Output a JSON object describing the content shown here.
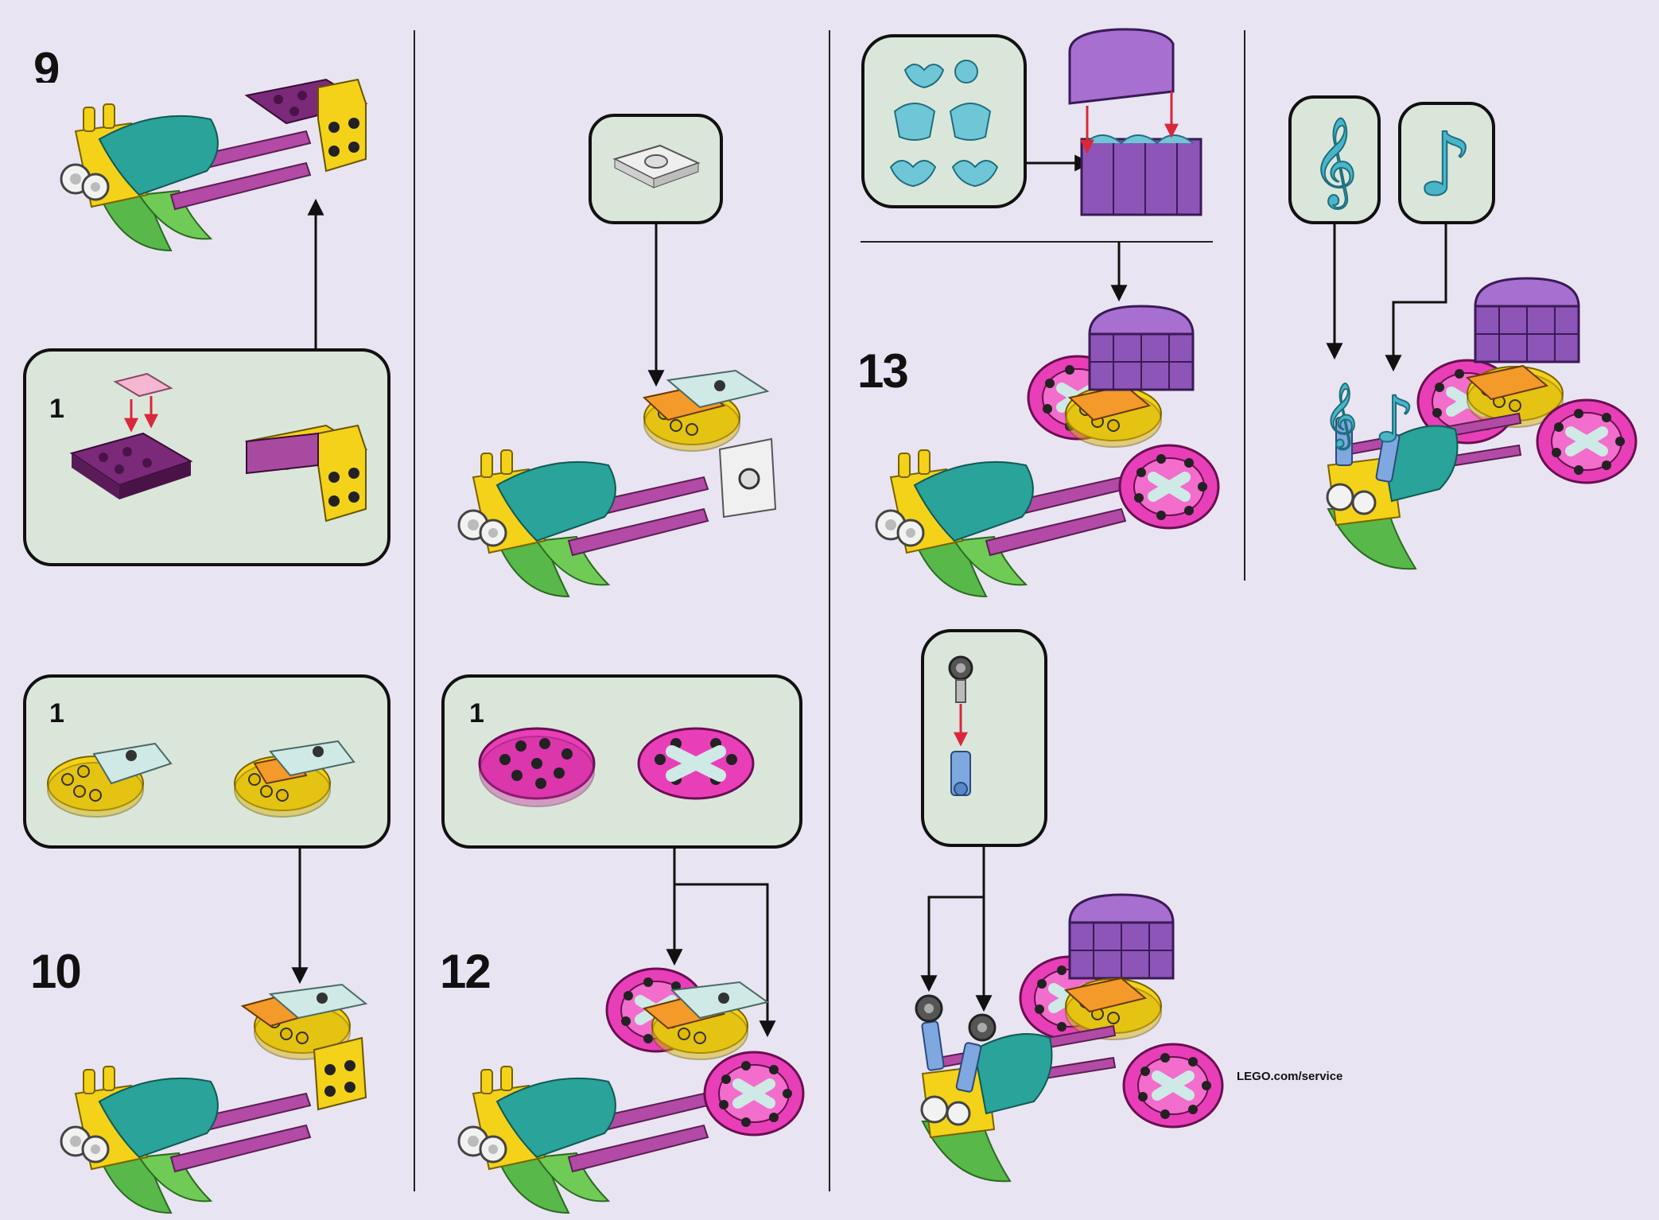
{
  "steps": {
    "s9": "9",
    "s10": "10",
    "s12": "12",
    "s13": "13"
  },
  "substeps": {
    "a": "1",
    "b": "1",
    "c": "1"
  },
  "footer": {
    "service_url": "LEGO.com/service"
  },
  "colors": {
    "background": "#e9e4f1",
    "callout_fill": "#dbe6db",
    "teal": "#2aa39a",
    "yellow": "#f4d21a",
    "magenta": "#e83fb8",
    "purple": "#8d55b8",
    "orange": "#f39a2a",
    "green": "#58b84a",
    "arrow": "#111111",
    "red_arrow": "#d8283a"
  }
}
